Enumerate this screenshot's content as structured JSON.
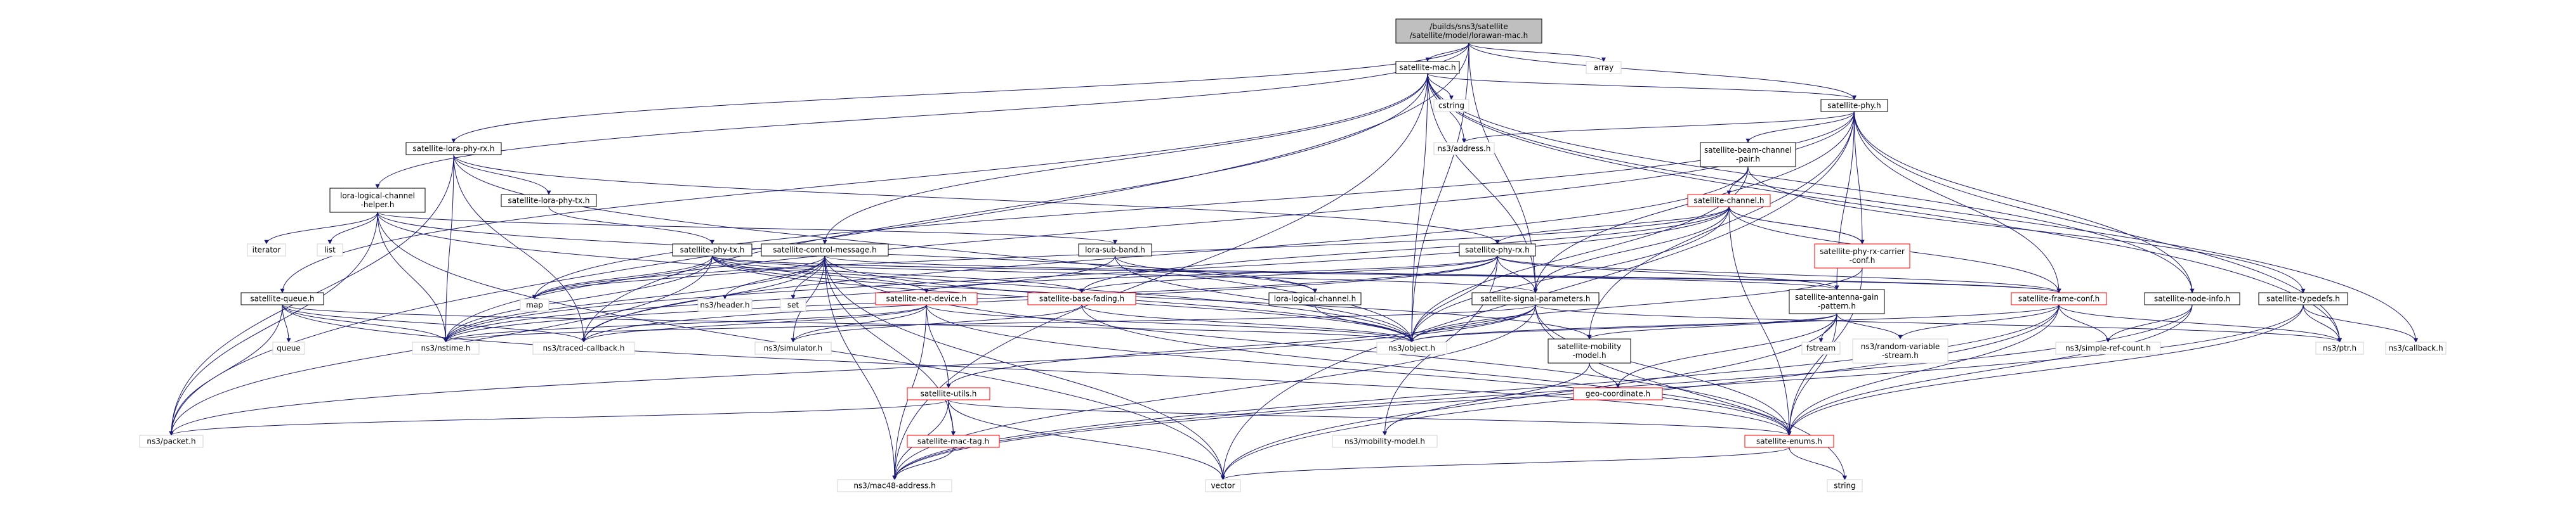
{
  "colors": {
    "root_fill": "#bfbfbf",
    "node_fill": "#ffffff",
    "node_border": "#000000",
    "highlight_border": "#ff0000",
    "system_border": "#d3d3d3",
    "edge": "#191970"
  },
  "nodes": [
    {
      "id": "root",
      "lines": [
        "/builds/sns3/satellite",
        "/satellite/model/lorawan-mac.h"
      ],
      "style": "root"
    },
    {
      "id": "sat_mac",
      "lines": [
        "satellite-mac.h"
      ],
      "style": "normal"
    },
    {
      "id": "array",
      "lines": [
        "array"
      ],
      "style": "system"
    },
    {
      "id": "sat_phy",
      "lines": [
        "satellite-phy.h"
      ],
      "style": "normal"
    },
    {
      "id": "cstring",
      "lines": [
        "cstring"
      ],
      "style": "system"
    },
    {
      "id": "sat_lora_phy_rx",
      "lines": [
        "satellite-lora-phy-rx.h"
      ],
      "style": "normal"
    },
    {
      "id": "ns3_address",
      "lines": [
        "ns3/address.h"
      ],
      "style": "system"
    },
    {
      "id": "sat_beam_channel_pair",
      "lines": [
        "satellite-beam-channel",
        "-pair.h"
      ],
      "style": "normal"
    },
    {
      "id": "sat_lora_phy_tx",
      "lines": [
        "satellite-lora-phy-tx.h"
      ],
      "style": "normal"
    },
    {
      "id": "lora_logical_channel_helper",
      "lines": [
        "lora-logical-channel",
        "-helper.h"
      ],
      "style": "normal"
    },
    {
      "id": "sat_channel",
      "lines": [
        "satellite-channel.h"
      ],
      "style": "highlight"
    },
    {
      "id": "iterator",
      "lines": [
        "iterator"
      ],
      "style": "system"
    },
    {
      "id": "list",
      "lines": [
        "list"
      ],
      "style": "system"
    },
    {
      "id": "sat_phy_rx_carrier_conf",
      "lines": [
        "satellite-phy-rx-carrier",
        "-conf.h"
      ],
      "style": "highlight"
    },
    {
      "id": "sat_phy_tx",
      "lines": [
        "satellite-phy-tx.h"
      ],
      "style": "normal"
    },
    {
      "id": "sat_control_message",
      "lines": [
        "satellite-control-message.h"
      ],
      "style": "normal"
    },
    {
      "id": "lora_sub_band",
      "lines": [
        "lora-sub-band.h"
      ],
      "style": "normal"
    },
    {
      "id": "sat_phy_rx",
      "lines": [
        "satellite-phy-rx.h"
      ],
      "style": "normal"
    },
    {
      "id": "sat_queue",
      "lines": [
        "satellite-queue.h"
      ],
      "style": "normal"
    },
    {
      "id": "map",
      "lines": [
        "map"
      ],
      "style": "system"
    },
    {
      "id": "ns3_header",
      "lines": [
        "ns3/header.h"
      ],
      "style": "system"
    },
    {
      "id": "set",
      "lines": [
        "set"
      ],
      "style": "system"
    },
    {
      "id": "sat_net_device",
      "lines": [
        "satellite-net-device.h"
      ],
      "style": "highlight"
    },
    {
      "id": "sat_base_fading",
      "lines": [
        "satellite-base-fading.h"
      ],
      "style": "highlight"
    },
    {
      "id": "lora_logical_channel",
      "lines": [
        "lora-logical-channel.h"
      ],
      "style": "normal"
    },
    {
      "id": "sat_signal_parameters",
      "lines": [
        "satellite-signal-parameters.h"
      ],
      "style": "normal"
    },
    {
      "id": "sat_antenna_gain_pattern",
      "lines": [
        "satellite-antenna-gain",
        "-pattern.h"
      ],
      "style": "normal"
    },
    {
      "id": "sat_frame_conf",
      "lines": [
        "satellite-frame-conf.h"
      ],
      "style": "highlight"
    },
    {
      "id": "sat_node_info",
      "lines": [
        "satellite-node-info.h"
      ],
      "style": "normal"
    },
    {
      "id": "sat_typedefs",
      "lines": [
        "satellite-typedefs.h"
      ],
      "style": "normal"
    },
    {
      "id": "queue",
      "lines": [
        "queue"
      ],
      "style": "system"
    },
    {
      "id": "ns3_nstime",
      "lines": [
        "ns3/nstime.h"
      ],
      "style": "system"
    },
    {
      "id": "ns3_traced_callback",
      "lines": [
        "ns3/traced-callback.h"
      ],
      "style": "system"
    },
    {
      "id": "ns3_simulator",
      "lines": [
        "ns3/simulator.h"
      ],
      "style": "system"
    },
    {
      "id": "ns3_object",
      "lines": [
        "ns3/object.h"
      ],
      "style": "system"
    },
    {
      "id": "sat_mobility_model",
      "lines": [
        "satellite-mobility",
        "-model.h"
      ],
      "style": "normal"
    },
    {
      "id": "fstream",
      "lines": [
        "fstream"
      ],
      "style": "system"
    },
    {
      "id": "ns3_random_variable_stream",
      "lines": [
        "ns3/random-variable",
        "-stream.h"
      ],
      "style": "system"
    },
    {
      "id": "ns3_simple_ref_count",
      "lines": [
        "ns3/simple-ref-count.h"
      ],
      "style": "system"
    },
    {
      "id": "ns3_ptr",
      "lines": [
        "ns3/ptr.h"
      ],
      "style": "system"
    },
    {
      "id": "ns3_callback",
      "lines": [
        "ns3/callback.h"
      ],
      "style": "system"
    },
    {
      "id": "sat_utils",
      "lines": [
        "satellite-utils.h"
      ],
      "style": "highlight"
    },
    {
      "id": "geo_coordinate",
      "lines": [
        "geo-coordinate.h"
      ],
      "style": "highlight"
    },
    {
      "id": "ns3_packet",
      "lines": [
        "ns3/packet.h"
      ],
      "style": "system"
    },
    {
      "id": "sat_mac_tag",
      "lines": [
        "satellite-mac-tag.h"
      ],
      "style": "highlight"
    },
    {
      "id": "ns3_mobility_model",
      "lines": [
        "ns3/mobility-model.h"
      ],
      "style": "system"
    },
    {
      "id": "sat_enums",
      "lines": [
        "satellite-enums.h"
      ],
      "style": "highlight"
    },
    {
      "id": "ns3_mac48_address",
      "lines": [
        "ns3/mac48-address.h"
      ],
      "style": "system"
    },
    {
      "id": "vector",
      "lines": [
        "vector"
      ],
      "style": "system"
    },
    {
      "id": "string",
      "lines": [
        "string"
      ],
      "style": "system"
    }
  ],
  "edges": [
    [
      "root",
      "sat_mac"
    ],
    [
      "root",
      "array"
    ],
    [
      "root",
      "sat_phy"
    ],
    [
      "root",
      "sat_lora_phy_rx"
    ],
    [
      "root",
      "lora_logical_channel_helper"
    ],
    [
      "root",
      "sat_signal_parameters"
    ],
    [
      "root",
      "ns3_object"
    ],
    [
      "root",
      "ns3_packet"
    ],
    [
      "sat_mac",
      "cstring"
    ],
    [
      "sat_mac",
      "ns3_address"
    ],
    [
      "sat_mac",
      "sat_phy"
    ],
    [
      "sat_mac",
      "sat_control_message"
    ],
    [
      "sat_mac",
      "sat_queue"
    ],
    [
      "sat_mac",
      "sat_node_info"
    ],
    [
      "sat_mac",
      "sat_signal_parameters"
    ],
    [
      "sat_mac",
      "ns3_object"
    ],
    [
      "sat_mac",
      "ns3_traced_callback"
    ],
    [
      "sat_mac",
      "ns3_ptr"
    ],
    [
      "sat_mac",
      "ns3_callback"
    ],
    [
      "sat_mac",
      "ns3_mac48_address"
    ],
    [
      "sat_phy",
      "ns3_address"
    ],
    [
      "sat_phy",
      "sat_beam_channel_pair"
    ],
    [
      "sat_phy",
      "sat_phy_rx_carrier_conf"
    ],
    [
      "sat_phy",
      "sat_frame_conf"
    ],
    [
      "sat_phy",
      "sat_node_info"
    ],
    [
      "sat_phy",
      "sat_antenna_gain_pattern"
    ],
    [
      "sat_phy",
      "sat_signal_parameters"
    ],
    [
      "sat_phy",
      "sat_mobility_model"
    ],
    [
      "sat_phy",
      "ns3_ptr"
    ],
    [
      "sat_phy",
      "ns3_nstime"
    ],
    [
      "sat_phy",
      "map"
    ],
    [
      "sat_phy",
      "vector"
    ],
    [
      "sat_beam_channel_pair",
      "sat_channel"
    ],
    [
      "sat_beam_channel_pair",
      "sat_typedefs"
    ],
    [
      "sat_beam_channel_pair",
      "ns3_object"
    ],
    [
      "sat_beam_channel_pair",
      "ns3_traced_callback"
    ],
    [
      "sat_channel",
      "sat_phy_rx_carrier_conf"
    ],
    [
      "sat_channel",
      "sat_phy_rx"
    ],
    [
      "sat_channel",
      "sat_signal_parameters"
    ],
    [
      "sat_channel",
      "sat_frame_conf"
    ],
    [
      "sat_channel",
      "sat_base_fading"
    ],
    [
      "sat_channel",
      "ns3_object"
    ],
    [
      "sat_channel",
      "ns3_nstime"
    ],
    [
      "sat_channel",
      "map"
    ],
    [
      "sat_channel",
      "sat_enums"
    ],
    [
      "sat_phy_rx_carrier_conf",
      "sat_channel"
    ],
    [
      "sat_phy_rx_carrier_conf",
      "ns3_object"
    ],
    [
      "sat_phy_rx_carrier_conf",
      "sat_enums"
    ],
    [
      "sat_lora_phy_rx",
      "sat_lora_phy_tx"
    ],
    [
      "sat_lora_phy_rx",
      "sat_phy_rx"
    ],
    [
      "sat_lora_phy_rx",
      "ns3_nstime"
    ],
    [
      "sat_lora_phy_rx",
      "ns3_packet"
    ],
    [
      "sat_lora_phy_rx",
      "ns3_object"
    ],
    [
      "sat_lora_phy_rx",
      "ns3_traced_callback"
    ],
    [
      "sat_lora_phy_tx",
      "sat_phy_tx"
    ],
    [
      "lora_logical_channel_helper",
      "iterator"
    ],
    [
      "lora_logical_channel_helper",
      "list"
    ],
    [
      "lora_logical_channel_helper",
      "lora_sub_band"
    ],
    [
      "lora_logical_channel_helper",
      "lora_logical_channel"
    ],
    [
      "lora_logical_channel_helper",
      "ns3_nstime"
    ],
    [
      "lora_logical_channel_helper",
      "ns3_packet"
    ],
    [
      "lora_logical_channel_helper",
      "ns3_object"
    ],
    [
      "lora_logical_channel_helper",
      "vector"
    ],
    [
      "sat_phy_tx",
      "map"
    ],
    [
      "sat_phy_tx",
      "sat_net_device"
    ],
    [
      "sat_phy_tx",
      "sat_base_fading"
    ],
    [
      "sat_phy_tx",
      "sat_signal_parameters"
    ],
    [
      "sat_phy_tx",
      "sat_antenna_gain_pattern"
    ],
    [
      "sat_phy_tx",
      "sat_frame_conf"
    ],
    [
      "sat_phy_tx",
      "ns3_nstime"
    ],
    [
      "sat_phy_tx",
      "ns3_packet"
    ],
    [
      "sat_phy_tx",
      "ns3_object"
    ],
    [
      "sat_phy_tx",
      "sat_mobility_model"
    ],
    [
      "sat_control_message",
      "ns3_header"
    ],
    [
      "sat_control_message",
      "set"
    ],
    [
      "sat_control_message",
      "map"
    ],
    [
      "sat_control_message",
      "ns3_nstime"
    ],
    [
      "sat_control_message",
      "ns3_simulator"
    ],
    [
      "sat_control_message",
      "ns3_object"
    ],
    [
      "sat_control_message",
      "sat_mac_tag"
    ],
    [
      "sat_control_message",
      "sat_enums"
    ],
    [
      "sat_control_message",
      "ns3_mac48_address"
    ],
    [
      "sat_control_message",
      "vector"
    ],
    [
      "sat_control_message",
      "sat_frame_conf"
    ],
    [
      "sat_control_message",
      "ns3_traced_callback"
    ],
    [
      "lora_sub_band",
      "lora_logical_channel"
    ],
    [
      "lora_sub_band",
      "ns3_nstime"
    ],
    [
      "lora_sub_band",
      "ns3_object"
    ],
    [
      "sat_phy_rx",
      "sat_signal_parameters"
    ],
    [
      "sat_phy_rx",
      "sat_net_device"
    ],
    [
      "sat_phy_rx",
      "sat_base_fading"
    ],
    [
      "sat_phy_rx",
      "sat_antenna_gain_pattern"
    ],
    [
      "sat_phy_rx",
      "sat_frame_conf"
    ],
    [
      "sat_phy_rx",
      "ns3_object"
    ],
    [
      "sat_phy_rx",
      "ns3_nstime"
    ],
    [
      "sat_phy_rx",
      "ns3_mobility_model"
    ],
    [
      "sat_phy_rx",
      "ns3_traced_callback"
    ],
    [
      "sat_queue",
      "queue"
    ],
    [
      "sat_queue",
      "ns3_nstime"
    ],
    [
      "sat_queue",
      "ns3_traced_callback"
    ],
    [
      "sat_queue",
      "ns3_packet"
    ],
    [
      "sat_queue",
      "ns3_object"
    ],
    [
      "sat_queue",
      "sat_enums"
    ],
    [
      "sat_net_device",
      "ns3_nstime"
    ],
    [
      "sat_net_device",
      "ns3_traced_callback"
    ],
    [
      "sat_net_device",
      "ns3_simulator"
    ],
    [
      "sat_net_device",
      "ns3_object"
    ],
    [
      "sat_net_device",
      "ns3_mac48_address"
    ],
    [
      "sat_net_device",
      "sat_utils"
    ],
    [
      "sat_net_device",
      "sat_enums"
    ],
    [
      "sat_base_fading",
      "ns3_object"
    ],
    [
      "sat_base_fading",
      "ns3_simulator"
    ],
    [
      "sat_base_fading",
      "sat_enums"
    ],
    [
      "lora_logical_channel",
      "ns3_object"
    ],
    [
      "sat_signal_parameters",
      "ns3_object"
    ],
    [
      "sat_signal_parameters",
      "ns3_nstime"
    ],
    [
      "sat_signal_parameters",
      "ns3_ptr"
    ],
    [
      "sat_signal_parameters",
      "sat_enums"
    ],
    [
      "sat_signal_parameters",
      "ns3_packet"
    ],
    [
      "sat_signal_parameters",
      "sat_utils"
    ],
    [
      "sat_signal_parameters",
      "string"
    ],
    [
      "sat_signal_parameters",
      "ns3_mac48_address"
    ],
    [
      "sat_antenna_gain_pattern",
      "fstream"
    ],
    [
      "sat_antenna_gain_pattern",
      "ns3_random_variable_stream"
    ],
    [
      "sat_antenna_gain_pattern",
      "ns3_object"
    ],
    [
      "sat_antenna_gain_pattern",
      "sat_mobility_model"
    ],
    [
      "sat_antenna_gain_pattern",
      "geo_coordinate"
    ],
    [
      "sat_antenna_gain_pattern",
      "sat_enums"
    ],
    [
      "sat_antenna_gain_pattern",
      "vector"
    ],
    [
      "sat_frame_conf",
      "ns3_simple_ref_count"
    ],
    [
      "sat_frame_conf",
      "ns3_ptr"
    ],
    [
      "sat_frame_conf",
      "ns3_object"
    ],
    [
      "sat_frame_conf",
      "sat_enums"
    ],
    [
      "sat_frame_conf",
      "ns3_random_variable_stream"
    ],
    [
      "sat_frame_conf",
      "ns3_mac48_address"
    ],
    [
      "sat_frame_conf",
      "vector"
    ],
    [
      "sat_node_info",
      "ns3_simple_ref_count"
    ],
    [
      "sat_node_info",
      "sat_enums"
    ],
    [
      "sat_node_info",
      "ns3_mac48_address"
    ],
    [
      "sat_typedefs",
      "ns3_ptr"
    ],
    [
      "sat_typedefs",
      "ns3_callback"
    ],
    [
      "sat_typedefs",
      "sat_enums"
    ],
    [
      "sat_typedefs",
      "ns3_mac48_address"
    ],
    [
      "sat_mobility_model",
      "geo_coordinate"
    ],
    [
      "sat_mobility_model",
      "ns3_mobility_model"
    ],
    [
      "sat_utils",
      "ns3_packet"
    ],
    [
      "sat_utils",
      "sat_mac_tag"
    ],
    [
      "sat_utils",
      "sat_enums"
    ],
    [
      "sat_utils",
      "ns3_mac48_address"
    ],
    [
      "sat_utils",
      "vector"
    ],
    [
      "sat_mac_tag",
      "ns3_mac48_address"
    ],
    [
      "sat_enums",
      "string"
    ],
    [
      "sat_enums",
      "vector"
    ]
  ]
}
